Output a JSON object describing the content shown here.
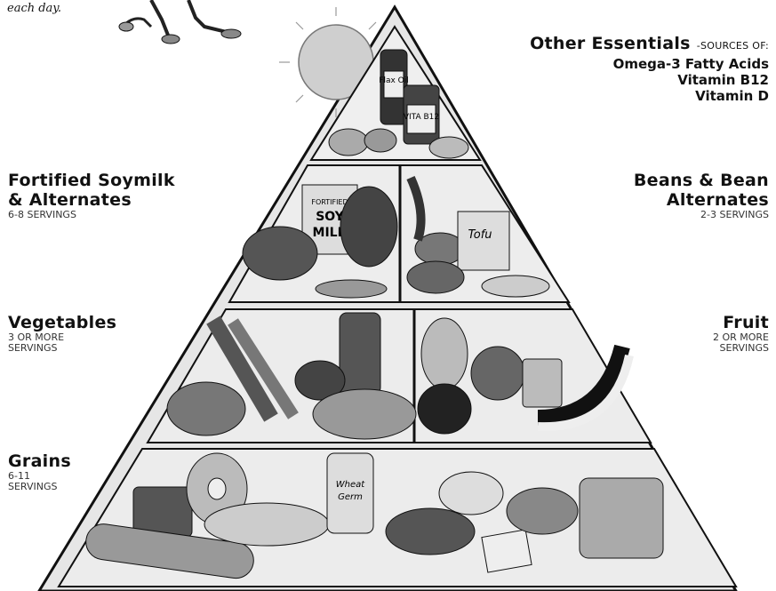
{
  "intro_text": "each day.",
  "tiers": {
    "top": {
      "title": "Other Essentials",
      "prefix": "-SOURCES OF:",
      "items": [
        "Omega-3 Fatty Acids",
        "Vitamin B12",
        "Vitamin D"
      ],
      "bottles": [
        "Flax Oil",
        "VITA B12"
      ]
    },
    "soymilk": {
      "title_line1": "Fortified Soymilk",
      "title_line2": "& Alternates",
      "servings": "6-8 SERVINGS",
      "carton_small": "FORTIFIED",
      "carton_big1": "SOY",
      "carton_big2": "MILK"
    },
    "beans": {
      "title_line1": "Beans & Bean",
      "title_line2": "Alternates",
      "servings": "2-3 SERVINGS",
      "box": "Tofu"
    },
    "vegetables": {
      "title": "Vegetables",
      "servings_line1": "3 OR MORE",
      "servings_line2": "SERVINGS"
    },
    "fruit": {
      "title": "Fruit",
      "servings_line1": "2 OR MORE",
      "servings_line2": "SERVINGS"
    },
    "grains": {
      "title": "Grains",
      "servings_line1": "6-11",
      "servings_line2": "SERVINGS",
      "jar1": "Wheat",
      "jar2": "Germ"
    }
  },
  "colors": {
    "ink": "#111111",
    "fill": "#d9d9d9",
    "tier": "#ececec",
    "sun": "#c9c9c9"
  }
}
